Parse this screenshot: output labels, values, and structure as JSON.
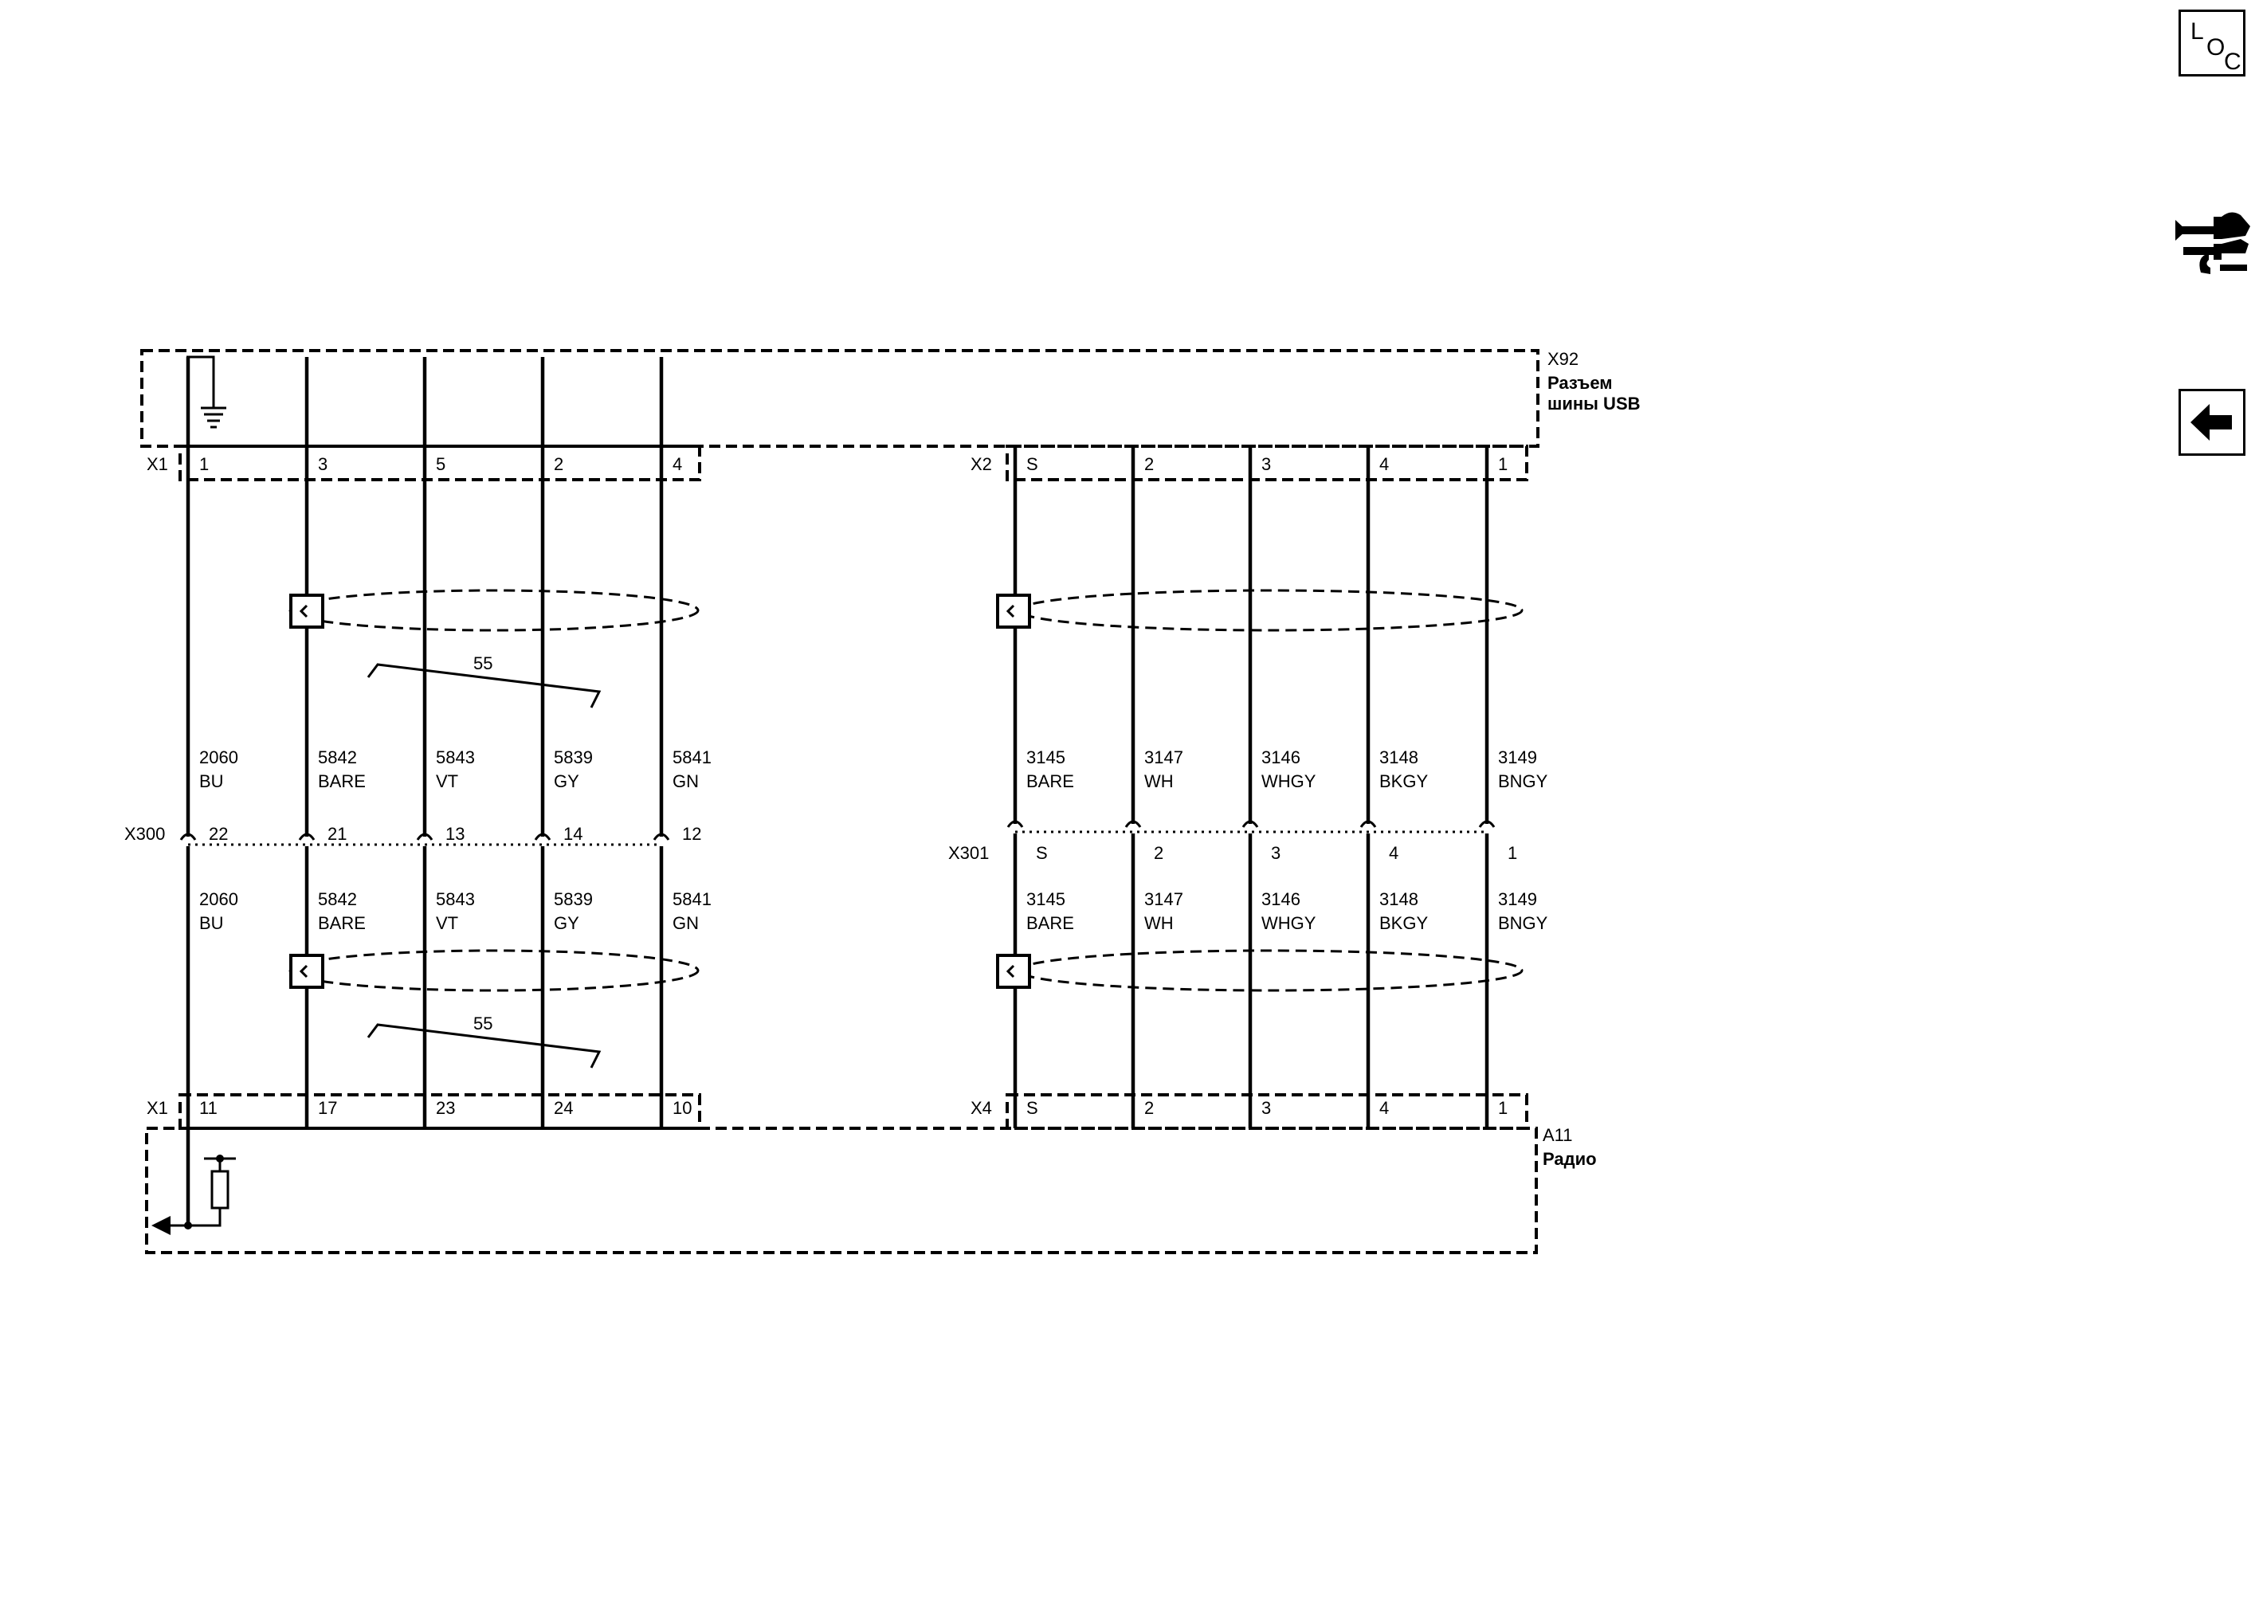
{
  "nav": {
    "loc": {
      "l": "L",
      "o": "O",
      "c": "C"
    }
  },
  "components": {
    "top": {
      "id": "X92",
      "name_line1": "Разъем",
      "name_line2": "шины USB"
    },
    "bottom": {
      "id": "A11",
      "name_line1": "Радио"
    }
  },
  "connectors": {
    "x1_top": "X1",
    "x2_top": "X2",
    "x300": "X300",
    "x301": "X301",
    "x1_bottom": "X1",
    "x4_bottom": "X4"
  },
  "shield_label": "55",
  "wires": [
    {
      "top_pin": "1",
      "circuit": "2060",
      "color": "BU",
      "inline_pin": "22",
      "bottom_pin": "11"
    },
    {
      "top_pin": "3",
      "circuit": "5842",
      "color": "BARE",
      "inline_pin": "21",
      "bottom_pin": "17"
    },
    {
      "top_pin": "5",
      "circuit": "5843",
      "color": "VT",
      "inline_pin": "13",
      "bottom_pin": "23"
    },
    {
      "top_pin": "2",
      "circuit": "5839",
      "color": "GY",
      "inline_pin": "14",
      "bottom_pin": "24"
    },
    {
      "top_pin": "4",
      "circuit": "5841",
      "color": "GN",
      "inline_pin": "12",
      "bottom_pin": "10"
    },
    {
      "top_pin": "S",
      "circuit": "3145",
      "color": "BARE",
      "inline_pin": "S",
      "bottom_pin": "S"
    },
    {
      "top_pin": "2",
      "circuit": "3147",
      "color": "WH",
      "inline_pin": "2",
      "bottom_pin": "2"
    },
    {
      "top_pin": "3",
      "circuit": "3146",
      "color": "WHGY",
      "inline_pin": "3",
      "bottom_pin": "3"
    },
    {
      "top_pin": "4",
      "circuit": "3148",
      "color": "BKGY",
      "inline_pin": "4",
      "bottom_pin": "4"
    },
    {
      "top_pin": "1",
      "circuit": "3149",
      "color": "BNGY",
      "inline_pin": "1",
      "bottom_pin": "1"
    }
  ]
}
